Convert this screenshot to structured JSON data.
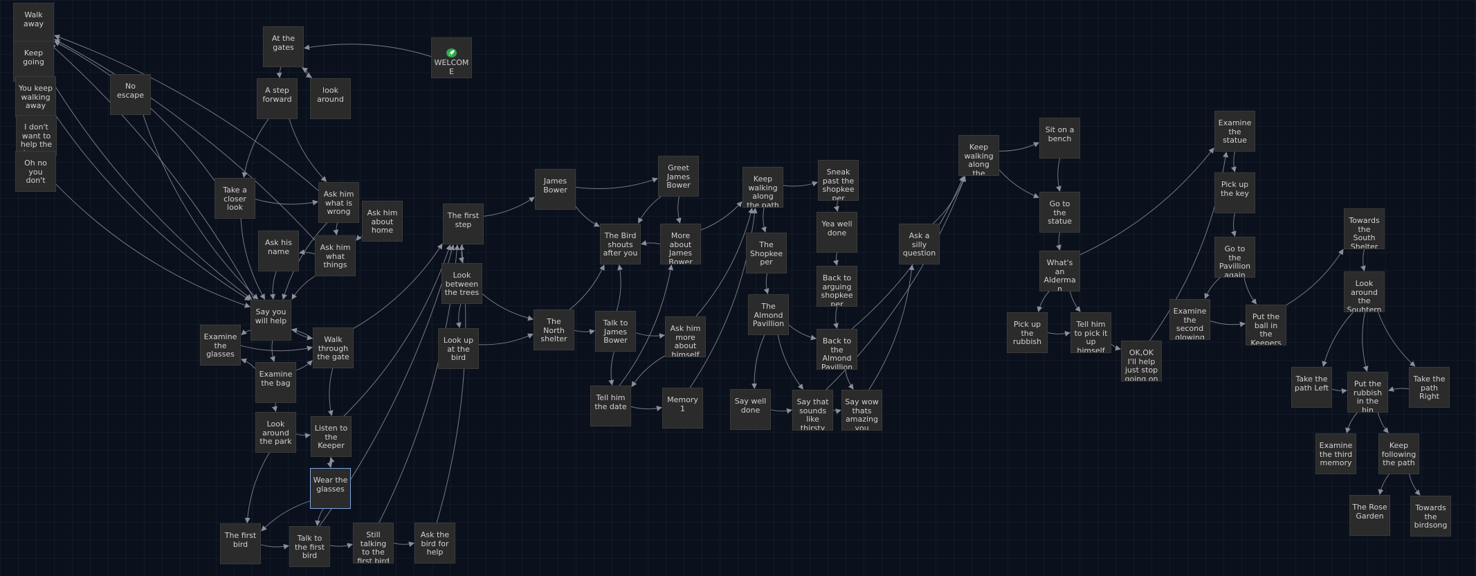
{
  "colors": {
    "background": "#0b111c",
    "passage": "#2b2b2b",
    "text": "#d2d2d2",
    "edge": "#8a8f99",
    "start_badge": "#2ba94a",
    "selected_border": "#7fa6e0"
  },
  "passages": [
    {
      "id": "p1",
      "name": "Walk away"
    },
    {
      "id": "p2",
      "name": "Keep going"
    },
    {
      "id": "p3",
      "name": "You keep walking away"
    },
    {
      "id": "p4",
      "name": "I don't want to help the keeper even"
    },
    {
      "id": "p5",
      "name": "Oh no you don't"
    },
    {
      "id": "p6",
      "name": "No escape"
    },
    {
      "id": "p7",
      "name": "At the gates"
    },
    {
      "id": "p8",
      "name": "WELCOME",
      "start": true,
      "start_icon": "rocket-icon"
    },
    {
      "id": "p9",
      "name": "A step forward"
    },
    {
      "id": "p10",
      "name": "look around"
    },
    {
      "id": "p11",
      "name": "Take a closer look"
    },
    {
      "id": "p12",
      "name": "Ask him what is wrong"
    },
    {
      "id": "p13",
      "name": "Ask him about home"
    },
    {
      "id": "p14",
      "name": "Ask his name"
    },
    {
      "id": "p15",
      "name": "Ask him what things"
    },
    {
      "id": "p16",
      "name": "Say you will help"
    },
    {
      "id": "p17",
      "name": "Examine the glasses"
    },
    {
      "id": "p18",
      "name": "Walk through the gate"
    },
    {
      "id": "p19",
      "name": "Examine the bag"
    },
    {
      "id": "p20",
      "name": "Look around the park"
    },
    {
      "id": "p21",
      "name": "Listen to the Keeper"
    },
    {
      "id": "p22",
      "name": "Wear the glasses",
      "selected": true
    },
    {
      "id": "p23",
      "name": "The first bird"
    },
    {
      "id": "p24",
      "name": "Talk to the first bird"
    },
    {
      "id": "p25",
      "name": "Still talking to the first bird"
    },
    {
      "id": "p26",
      "name": "Ask the bird for help"
    },
    {
      "id": "p27",
      "name": "The first step"
    },
    {
      "id": "p28",
      "name": "Look between the trees"
    },
    {
      "id": "p29",
      "name": "Look up at the bird"
    },
    {
      "id": "p30",
      "name": "James Bower"
    },
    {
      "id": "p31",
      "name": "Greet James Bower"
    },
    {
      "id": "p32",
      "name": "The Bird shouts after you"
    },
    {
      "id": "p33",
      "name": "More about James Bower"
    },
    {
      "id": "p34",
      "name": "The North shelter"
    },
    {
      "id": "p35",
      "name": "Talk to James Bower"
    },
    {
      "id": "p36",
      "name": "Ask him more about himself"
    },
    {
      "id": "p37",
      "name": "Tell him the date"
    },
    {
      "id": "p38",
      "name": "Memory 1"
    },
    {
      "id": "p39",
      "name": "Keep walking along the path"
    },
    {
      "id": "p40",
      "name": "Sneak past the shopkeeper"
    },
    {
      "id": "p41",
      "name": "Yea well done"
    },
    {
      "id": "p42",
      "name": "The Shopkeeper"
    },
    {
      "id": "p43",
      "name": "Back to arguing shopkeeper"
    },
    {
      "id": "p44",
      "name": "The Almond Pavillion"
    },
    {
      "id": "p45",
      "name": "Back to the Almond Pavillion"
    },
    {
      "id": "p46",
      "name": "Say well done"
    },
    {
      "id": "p47",
      "name": "Say that sounds like thirsty work"
    },
    {
      "id": "p48",
      "name": "Say wow thats amazing you should"
    },
    {
      "id": "p49",
      "name": "Ask a silly question"
    },
    {
      "id": "p50",
      "name": "Keep walking along the Broadwalk"
    },
    {
      "id": "p51",
      "name": "Sit on a bench"
    },
    {
      "id": "p52",
      "name": "Go to the statue"
    },
    {
      "id": "p53",
      "name": "What's an Alderman"
    },
    {
      "id": "p54",
      "name": "Pick up the rubbish"
    },
    {
      "id": "p55",
      "name": "Tell him to pick it up himself"
    },
    {
      "id": "p56",
      "name": "OK,OK I'll help just stop going on"
    },
    {
      "id": "p57",
      "name": "Examine the statue"
    },
    {
      "id": "p58",
      "name": "Pick up the key"
    },
    {
      "id": "p59",
      "name": "Go to the Pavillion again"
    },
    {
      "id": "p60",
      "name": "Examine the second glowing ball"
    },
    {
      "id": "p61",
      "name": "Put the ball in the Keepers bag"
    },
    {
      "id": "p62",
      "name": "Towards the South Shelter"
    },
    {
      "id": "p63",
      "name": "Look around the Souhtern Shelter"
    },
    {
      "id": "p64",
      "name": "Take the path Left"
    },
    {
      "id": "p65",
      "name": "Put the rubbish in the bin"
    },
    {
      "id": "p66",
      "name": "Take the path Right"
    },
    {
      "id": "p67",
      "name": "Examine the third memory"
    },
    {
      "id": "p68",
      "name": "Keep following the path"
    },
    {
      "id": "p69",
      "name": "The Rose Garden"
    },
    {
      "id": "p70",
      "name": "Towards the birdsong"
    }
  ],
  "links": [
    [
      "p8",
      "p7"
    ],
    [
      "p7",
      "p9"
    ],
    [
      "p7",
      "p10"
    ],
    [
      "p10",
      "p7"
    ],
    [
      "p9",
      "p11"
    ],
    [
      "p9",
      "p12"
    ],
    [
      "p11",
      "p12"
    ],
    [
      "p12",
      "p15"
    ],
    [
      "p13",
      "p15"
    ],
    [
      "p15",
      "p14"
    ],
    [
      "p15",
      "p16"
    ],
    [
      "p14",
      "p16"
    ],
    [
      "p11",
      "p16"
    ],
    [
      "p12",
      "p16"
    ],
    [
      "p1",
      "p2"
    ],
    [
      "p2",
      "p3"
    ],
    [
      "p3",
      "p4"
    ],
    [
      "p4",
      "p5"
    ],
    [
      "p11",
      "p1"
    ],
    [
      "p15",
      "p1"
    ],
    [
      "p16",
      "p1"
    ],
    [
      "p6",
      "p16"
    ],
    [
      "p2",
      "p16"
    ],
    [
      "p3",
      "p16"
    ],
    [
      "p5",
      "p16"
    ],
    [
      "p12",
      "p1"
    ],
    [
      "p16",
      "p17"
    ],
    [
      "p16",
      "p18"
    ],
    [
      "p16",
      "p19"
    ],
    [
      "p17",
      "p18"
    ],
    [
      "p19",
      "p18"
    ],
    [
      "p19",
      "p17"
    ],
    [
      "p18",
      "p16"
    ],
    [
      "p18",
      "p21"
    ],
    [
      "p20",
      "p21"
    ],
    [
      "p19",
      "p20"
    ],
    [
      "p21",
      "p22"
    ],
    [
      "p22",
      "p21"
    ],
    [
      "p22",
      "p23"
    ],
    [
      "p23",
      "p24"
    ],
    [
      "p24",
      "p25"
    ],
    [
      "p25",
      "p26"
    ],
    [
      "p20",
      "p23"
    ],
    [
      "p22",
      "p24"
    ],
    [
      "p18",
      "p27"
    ],
    [
      "p21",
      "p27"
    ],
    [
      "p25",
      "p27"
    ],
    [
      "p26",
      "p27"
    ],
    [
      "p24",
      "p27"
    ],
    [
      "p27",
      "p28"
    ],
    [
      "p27",
      "p30"
    ],
    [
      "p28",
      "p29"
    ],
    [
      "p28",
      "p34"
    ],
    [
      "p29",
      "p34"
    ],
    [
      "p30",
      "p31"
    ],
    [
      "p30",
      "p32"
    ],
    [
      "p31",
      "p32"
    ],
    [
      "p31",
      "p33"
    ],
    [
      "p33",
      "p32"
    ],
    [
      "p34",
      "p35"
    ],
    [
      "p34",
      "p32"
    ],
    [
      "p35",
      "p32"
    ],
    [
      "p35",
      "p36"
    ],
    [
      "p35",
      "p37"
    ],
    [
      "p36",
      "p37"
    ],
    [
      "p37",
      "p38"
    ],
    [
      "p37",
      "p33"
    ],
    [
      "p38",
      "p39"
    ],
    [
      "p33",
      "p39"
    ],
    [
      "p36",
      "p39"
    ],
    [
      "p39",
      "p40"
    ],
    [
      "p39",
      "p42"
    ],
    [
      "p40",
      "p41"
    ],
    [
      "p41",
      "p43"
    ],
    [
      "p43",
      "p45"
    ],
    [
      "p42",
      "p44"
    ],
    [
      "p44",
      "p46"
    ],
    [
      "p44",
      "p47"
    ],
    [
      "p44",
      "p45"
    ],
    [
      "p45",
      "p48"
    ],
    [
      "p46",
      "p47"
    ],
    [
      "p47",
      "p48"
    ],
    [
      "p48",
      "p49"
    ],
    [
      "p49",
      "p50"
    ],
    [
      "p47",
      "p50"
    ],
    [
      "p45",
      "p50"
    ],
    [
      "p50",
      "p51"
    ],
    [
      "p50",
      "p52"
    ],
    [
      "p51",
      "p52"
    ],
    [
      "p52",
      "p53"
    ],
    [
      "p53",
      "p54"
    ],
    [
      "p53",
      "p55"
    ],
    [
      "p55",
      "p56"
    ],
    [
      "p54",
      "p55"
    ],
    [
      "p53",
      "p57"
    ],
    [
      "p56",
      "p57"
    ],
    [
      "p57",
      "p58"
    ],
    [
      "p58",
      "p59"
    ],
    [
      "p59",
      "p60"
    ],
    [
      "p59",
      "p61"
    ],
    [
      "p60",
      "p61"
    ],
    [
      "p61",
      "p62"
    ],
    [
      "p62",
      "p63"
    ],
    [
      "p63",
      "p64"
    ],
    [
      "p63",
      "p65"
    ],
    [
      "p63",
      "p66"
    ],
    [
      "p64",
      "p65"
    ],
    [
      "p66",
      "p65"
    ],
    [
      "p65",
      "p67"
    ],
    [
      "p65",
      "p68"
    ],
    [
      "p68",
      "p69"
    ],
    [
      "p68",
      "p70"
    ]
  ]
}
